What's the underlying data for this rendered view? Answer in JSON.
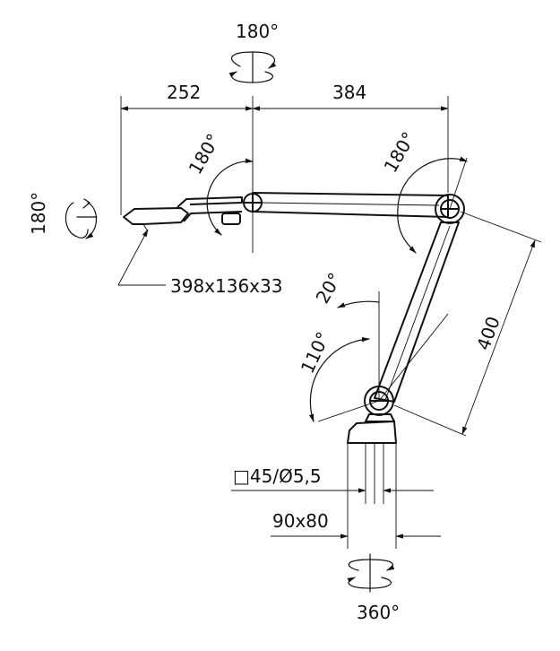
{
  "labels": {
    "top_rotation": "180°",
    "width_left": "252",
    "width_right": "384",
    "head_rotation": "180°",
    "joint_left_rotation": "180°",
    "joint_right_rotation": "180°",
    "lamp_head_size": "398x136x33",
    "tilt_forward": "20°",
    "tilt_back": "110°",
    "arm_length": "400",
    "clamp_section": "□45/Ø5,5",
    "base_size": "90x80",
    "base_rotation": "360°"
  },
  "colors": {
    "line": "#111111",
    "background": "#ffffff"
  }
}
